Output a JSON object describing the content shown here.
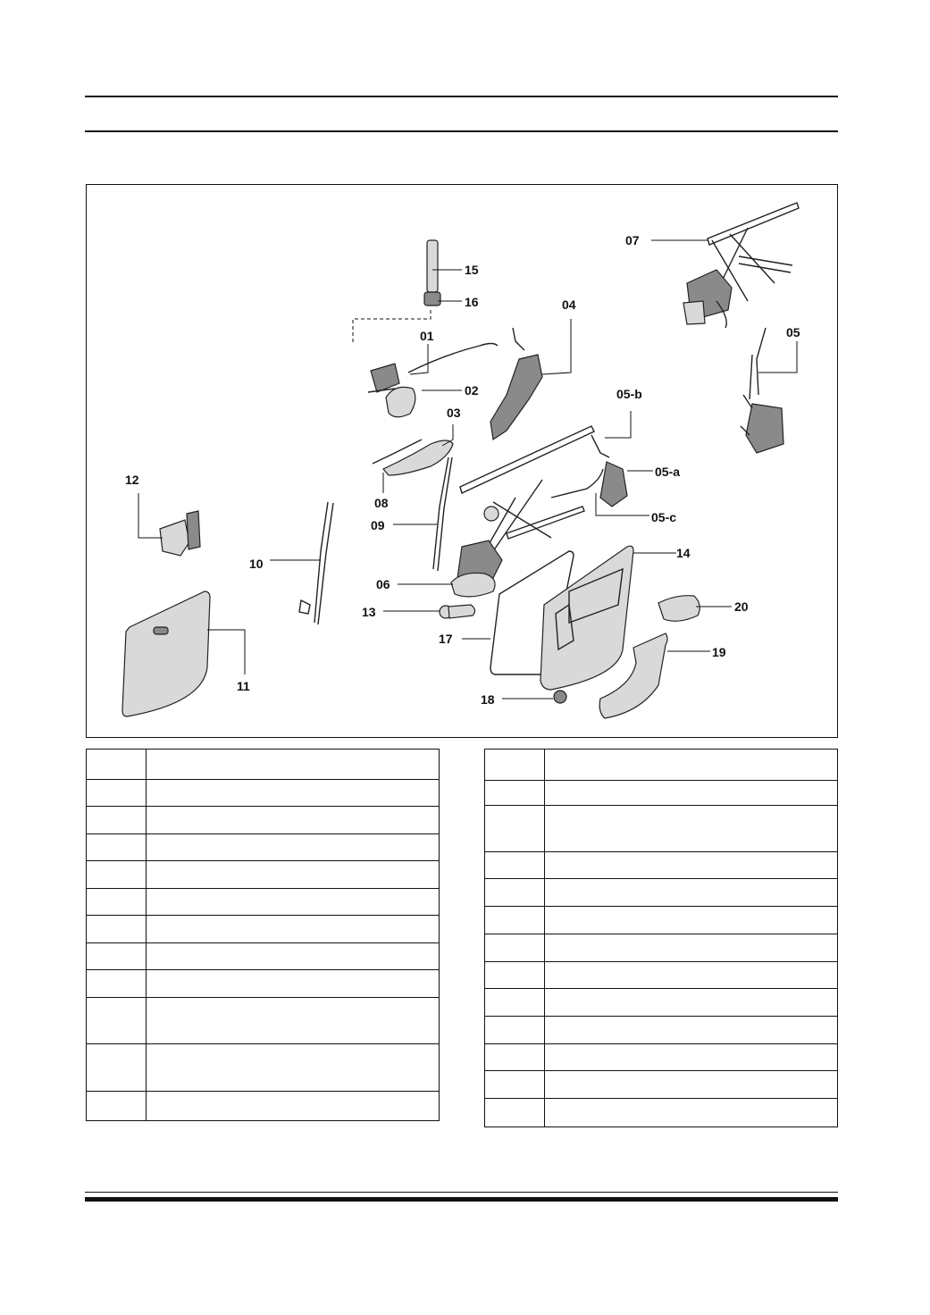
{
  "diagram": {
    "callouts": [
      "01",
      "02",
      "03",
      "04",
      "05",
      "05-a",
      "05-b",
      "05-c",
      "06",
      "07",
      "08",
      "09",
      "10",
      "11",
      "12",
      "13",
      "14",
      "15",
      "16",
      "17",
      "18",
      "19",
      "20"
    ]
  },
  "table_left": {
    "rows": [
      {
        "num": "",
        "desc": ""
      },
      {
        "num": "",
        "desc": ""
      },
      {
        "num": "",
        "desc": ""
      },
      {
        "num": "",
        "desc": ""
      },
      {
        "num": "",
        "desc": ""
      },
      {
        "num": "",
        "desc": ""
      },
      {
        "num": "",
        "desc": ""
      },
      {
        "num": "",
        "desc": ""
      },
      {
        "num": "",
        "desc": ""
      },
      {
        "num": "",
        "desc": ""
      },
      {
        "num": "",
        "desc": ""
      },
      {
        "num": "",
        "desc": ""
      }
    ]
  },
  "table_right": {
    "rows": [
      {
        "num": "",
        "desc": ""
      },
      {
        "num": "",
        "desc": ""
      },
      {
        "num": "",
        "desc": ""
      },
      {
        "num": "",
        "desc": ""
      },
      {
        "num": "",
        "desc": ""
      },
      {
        "num": "",
        "desc": ""
      },
      {
        "num": "",
        "desc": ""
      },
      {
        "num": "",
        "desc": ""
      },
      {
        "num": "",
        "desc": ""
      },
      {
        "num": "",
        "desc": ""
      },
      {
        "num": "",
        "desc": ""
      },
      {
        "num": "",
        "desc": ""
      },
      {
        "num": "",
        "desc": ""
      }
    ]
  }
}
